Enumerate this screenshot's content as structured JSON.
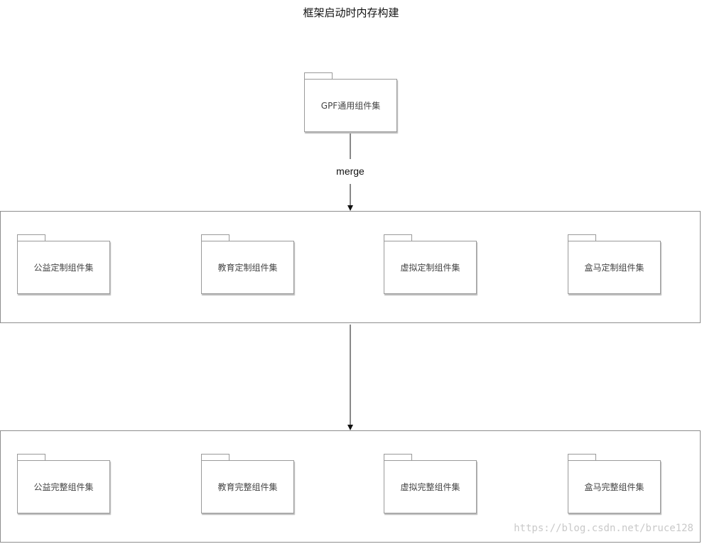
{
  "title": "框架启动时内存构建",
  "top_package": {
    "label": "GPF通用组件集"
  },
  "merge_label": "merge",
  "custom_group": {
    "packages": [
      {
        "label": "公益定制组件集"
      },
      {
        "label": "教育定制组件集"
      },
      {
        "label": "虚拟定制组件集"
      },
      {
        "label": "盒马定制组件集"
      }
    ]
  },
  "complete_group": {
    "packages": [
      {
        "label": "公益完整组件集"
      },
      {
        "label": "教育完整组件集"
      },
      {
        "label": "虚拟完整组件集"
      },
      {
        "label": "盒马完整组件集"
      }
    ]
  },
  "watermark": "https://blog.csdn.net/bruce128"
}
